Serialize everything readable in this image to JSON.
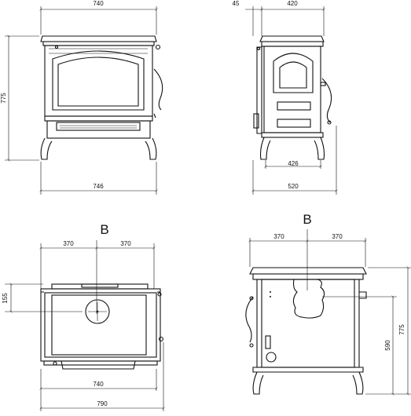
{
  "front_view": {
    "width_top": "740",
    "height": "775",
    "width_bottom": "746"
  },
  "side_view": {
    "offset": "45",
    "depth_top": "420",
    "depth_feet": "426",
    "depth_total": "520"
  },
  "top_view": {
    "section_label": "B",
    "half_left": "370",
    "half_right": "370",
    "flue_offset": "155",
    "width_body": "740",
    "width_total": "790"
  },
  "rear_view": {
    "section_label": "B",
    "half_left": "370",
    "half_right": "370",
    "flue_height": "590",
    "height": "775"
  }
}
